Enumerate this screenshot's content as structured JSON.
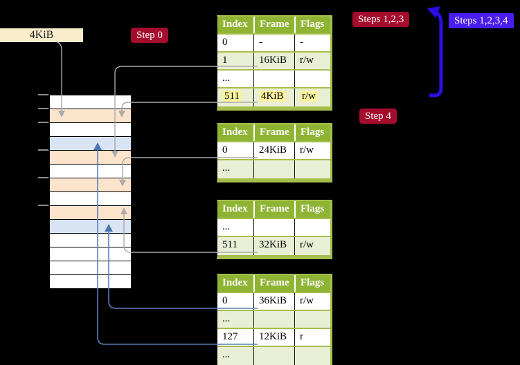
{
  "page_box": {
    "label": "4KiB"
  },
  "badges": {
    "step0": "Step 0",
    "steps123": "Steps 1,2,3",
    "steps1234": "Steps 1,2,3,4",
    "step4": "Step 4"
  },
  "tables": [
    {
      "name": "top-level-page-table",
      "headers": [
        "Index",
        "Frame",
        "Flags"
      ],
      "rows": [
        {
          "cells": [
            "0",
            "-",
            "-"
          ],
          "shade": false,
          "highlight": false
        },
        {
          "cells": [
            "1",
            "16KiB",
            "r/w"
          ],
          "shade": true,
          "highlight": false
        },
        {
          "cells": [
            "...",
            "",
            ""
          ],
          "shade": false,
          "highlight": false
        },
        {
          "cells": [
            "511",
            "4KiB",
            "r/w"
          ],
          "shade": true,
          "highlight": true
        }
      ]
    },
    {
      "name": "second-level-page-table-a",
      "headers": [
        "Index",
        "Frame",
        "Flags"
      ],
      "rows": [
        {
          "cells": [
            "0",
            "24KiB",
            "r/w"
          ],
          "shade": false,
          "highlight": false
        },
        {
          "cells": [
            "...",
            "",
            ""
          ],
          "shade": true,
          "highlight": false
        }
      ]
    },
    {
      "name": "second-level-page-table-b",
      "headers": [
        "Index",
        "Frame",
        "Flags"
      ],
      "rows": [
        {
          "cells": [
            "...",
            "",
            ""
          ],
          "shade": false,
          "highlight": false
        },
        {
          "cells": [
            "511",
            "32KiB",
            "r/w"
          ],
          "shade": true,
          "highlight": false
        }
      ]
    },
    {
      "name": "leaf-page-table",
      "headers": [
        "Index",
        "Frame",
        "Flags"
      ],
      "rows": [
        {
          "cells": [
            "0",
            "36KiB",
            "r/w"
          ],
          "shade": false,
          "highlight": false
        },
        {
          "cells": [
            "...",
            "",
            ""
          ],
          "shade": true,
          "highlight": false
        },
        {
          "cells": [
            "127",
            "12KiB",
            "r"
          ],
          "shade": false,
          "highlight": false
        },
        {
          "cells": [
            "...",
            "",
            ""
          ],
          "shade": true,
          "highlight": false
        }
      ]
    }
  ],
  "memory": {
    "row_colors": [
      "white",
      "orange",
      "white",
      "blue",
      "orange",
      "white",
      "orange",
      "white",
      "orange",
      "blue",
      "white",
      "white",
      "white",
      "white"
    ]
  },
  "connectors": [
    {
      "name": "pointer-4kib-box-to-memory-row-2",
      "color": "gray"
    },
    {
      "name": "pointer-table1-row-1-to-memory-row-5",
      "color": "gray"
    },
    {
      "name": "pointer-table1-row-511-to-memory-row-2",
      "color": "gray"
    },
    {
      "name": "pointer-table2-row-0-to-memory-row-7",
      "color": "gray"
    },
    {
      "name": "pointer-table3-row-511-to-memory-row-9",
      "color": "gray"
    },
    {
      "name": "pointer-table4-row-0-to-memory-row-10",
      "color": "steel-blue"
    },
    {
      "name": "pointer-table4-row-127-to-memory-row-4",
      "color": "steel-blue"
    },
    {
      "name": "loop-arrow-table1-bottom-to-top",
      "color": "blue"
    }
  ],
  "colors": {
    "table_header_green": "#8FB434",
    "table_border_green": "#A5BE4D",
    "table_shade_green": "#E9EFD5",
    "highlight_yellow": "#FBF2A0",
    "badge_crimson": "#A50D2D",
    "badge_blue": "#4A1DF0",
    "loop_arrow_blue": "#2B0DE8",
    "connector_gray": "#A9A9A9",
    "connector_steel_blue": "#5B7EB8",
    "memory_orange": "#FCE4CC",
    "memory_blue": "#D8E4F3",
    "page_box_cream": "#FAEDCB",
    "background": "#000000"
  }
}
